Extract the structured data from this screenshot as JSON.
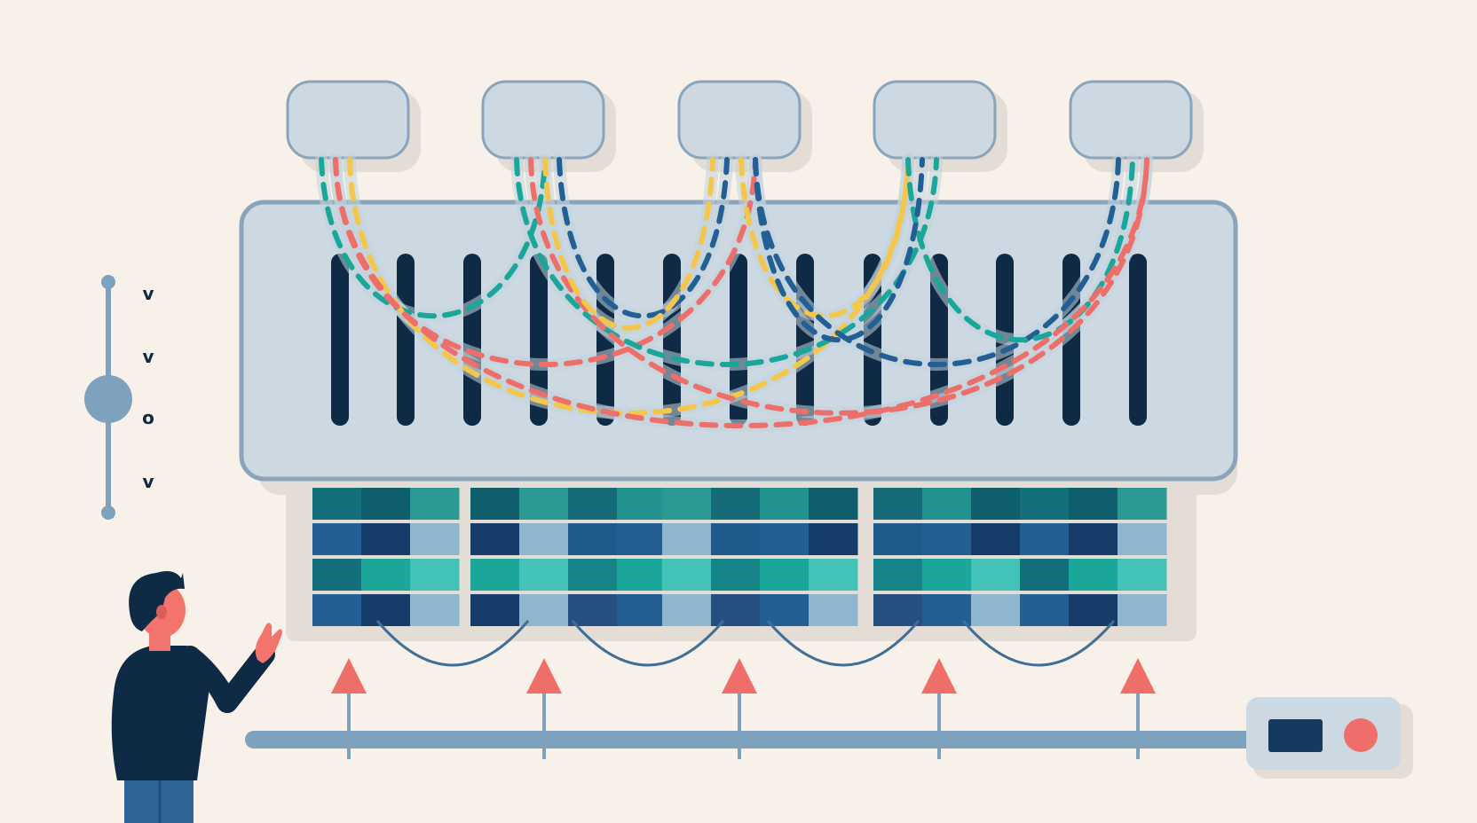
{
  "palette": {
    "background": "#f8f1e9",
    "panel": "#cdd9e2",
    "panel_edge": "#7e9ab3",
    "shadow": "#e2ddd6",
    "navy": "#0f2a44",
    "teal": "#1aa79a",
    "teal_dark": "#13707a",
    "teal_light": "#43c2b8",
    "blue": "#225f94",
    "blue_dark": "#163d6a",
    "blue_pale": "#8fb6cf",
    "coral": "#ee6f6a",
    "yellow": "#f3c74c",
    "steel": "#7ea1bd",
    "skin": "#f2746c"
  },
  "slider_marks": [
    "v",
    "v",
    "o",
    "v"
  ],
  "icons": {
    "top_nodes": "rounded-node-icon",
    "person": "person-icon",
    "arrows": "up-arrow-icon",
    "device": "control-box-icon"
  }
}
